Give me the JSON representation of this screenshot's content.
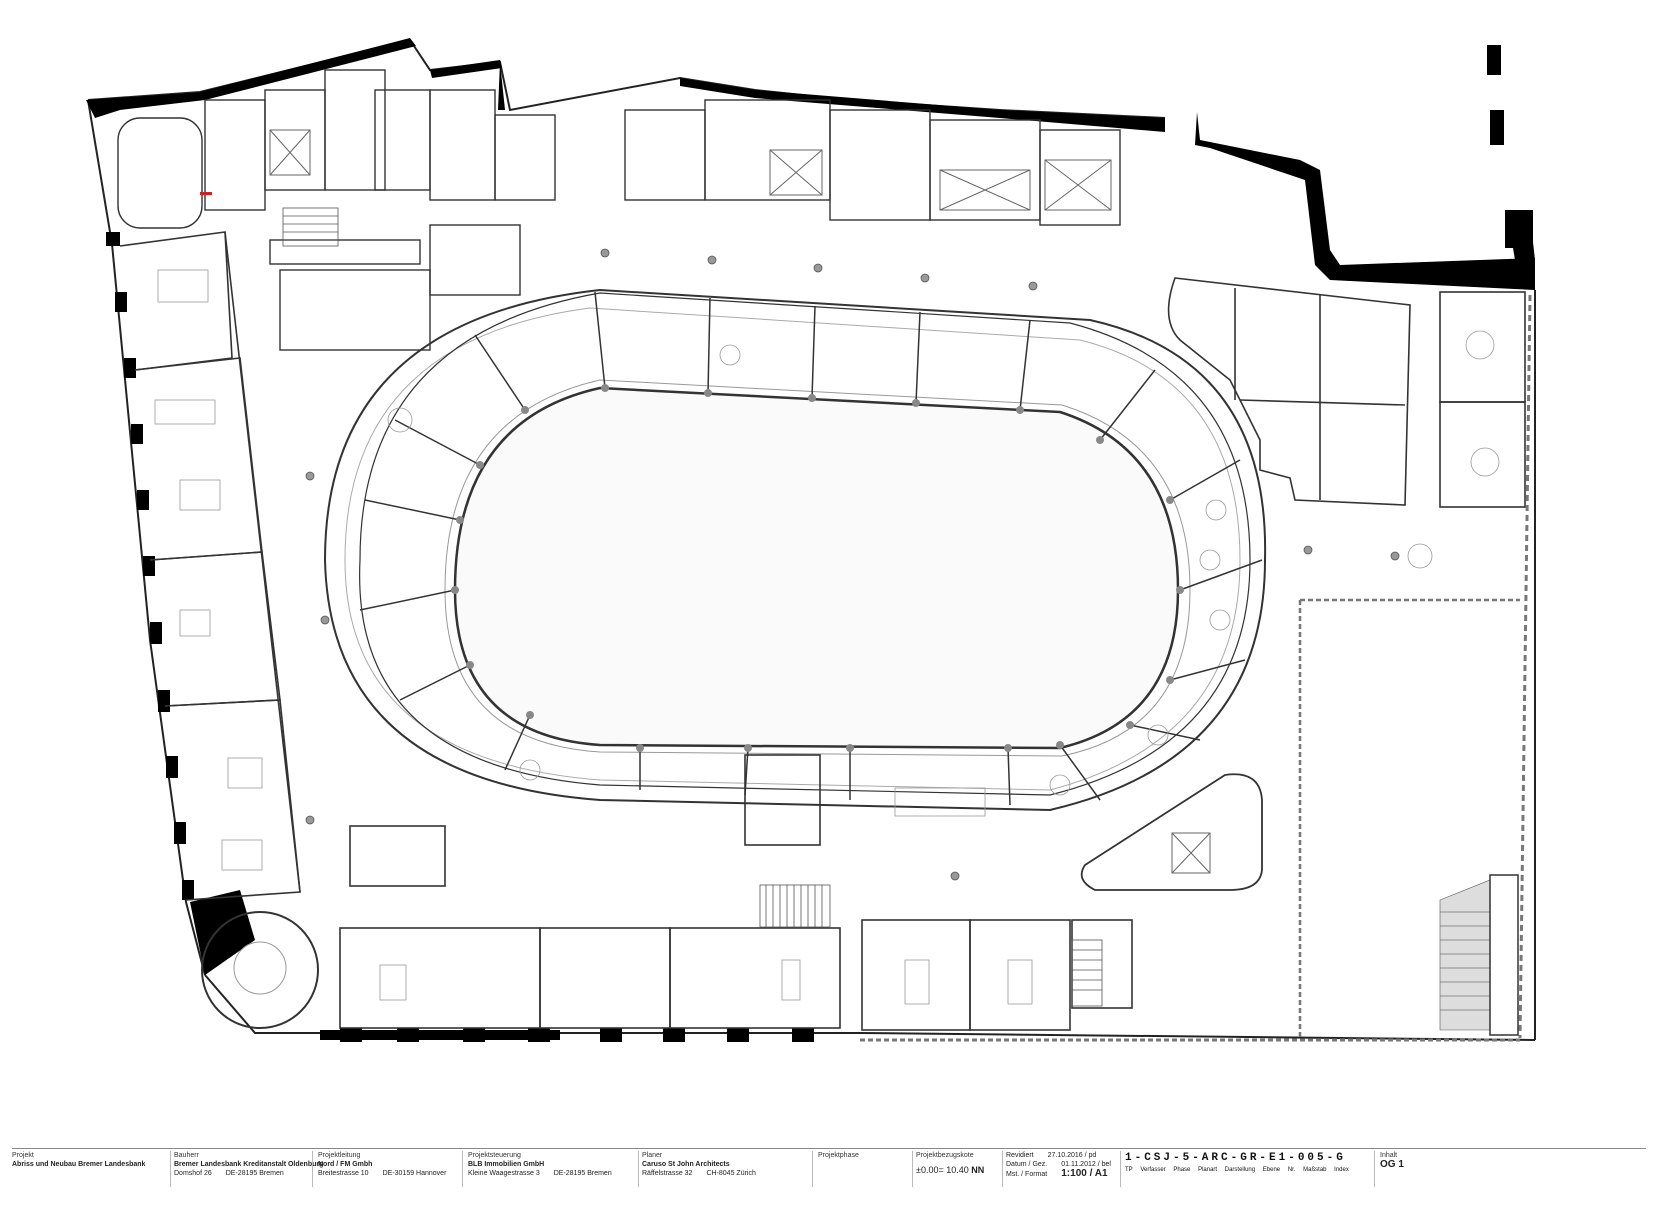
{
  "drawing": {
    "title": "OG 1",
    "colors": {
      "wall": "#000000",
      "line": "#444444",
      "accent": "#cc2222",
      "facade": "#777777"
    }
  },
  "titleblock": {
    "projekt": {
      "label": "Projekt",
      "value": "Abriss und Neubau Bremer Landesbank"
    },
    "bauherr": {
      "label": "Bauherr",
      "value": "Bremer Landesbank Kreditanstalt Oldenburg",
      "addr1": "Domshof 26",
      "addr2": "DE-28195 Bremen"
    },
    "projektleitung": {
      "label": "Projektleitung",
      "value": "Nord / FM Gmbh",
      "addr1": "Breitestrasse 10",
      "addr2": "DE-30159 Hannover"
    },
    "projektsteuerung": {
      "label": "Projektsteuerung",
      "value": "BLB Immobilien GmbH",
      "addr1": "Kleine Waagestrasse 3",
      "addr2": "DE-28195 Bremen"
    },
    "planer": {
      "label": "Planer",
      "value": "Caruso St John Architects",
      "addr1": "Räffelstrasse 32",
      "addr2": "CH-8045 Zürich"
    },
    "projektphase": {
      "label": "Projektphase"
    },
    "projektbezugskote": {
      "label": "Projektbezugskote",
      "value": "±0.00= 10.40",
      "unit": "NN"
    },
    "revidiert": {
      "label": "Revidiert",
      "value": "27.10.2016 / pd"
    },
    "datum": {
      "label": "Datum / Gez.",
      "value": "01.11.2012 / bel"
    },
    "format": {
      "label": "Mst. / Format",
      "value": "1:100 / A1"
    },
    "plancode": "1-CSJ-5-ARC-GR-E1-005-G",
    "plancode_labels": [
      "TP",
      "Verfasser",
      "Phase",
      "Planart",
      "Darstellung",
      "Ebene",
      "Nr.",
      "Maßstab",
      "Index"
    ],
    "inhalt": {
      "label": "Inhalt",
      "value": "OG 1"
    }
  }
}
